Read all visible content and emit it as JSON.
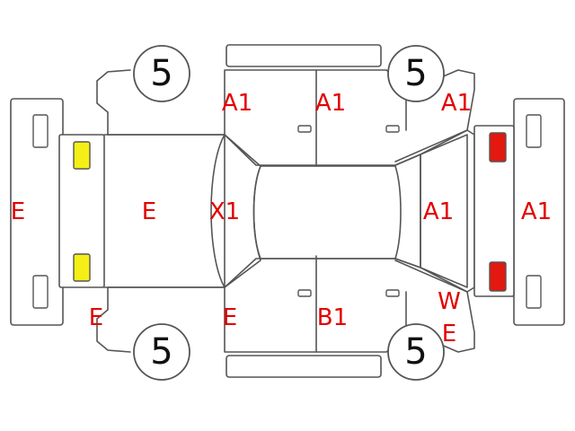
{
  "colors": {
    "outline": "#555555",
    "code_text": "#e30000",
    "headlight": "#f5ef16",
    "taillight": "#e3180f"
  },
  "tires": {
    "front_left": "5",
    "rear_left": "5",
    "front_right": "5",
    "rear_right": "5"
  },
  "codes": {
    "front_bumper": "E",
    "hood": "E",
    "windshield": "X1",
    "left_front_fender": "E",
    "left_front_door": "E",
    "left_rear_door": "B1",
    "left_rear_quarter_w": "W",
    "left_rear_quarter_e": "E",
    "right_front_door": "A1",
    "right_rear_door": "A1",
    "right_rear_quarter": "A1",
    "trunk_lid": "A1",
    "rear_bumper": "A1"
  }
}
